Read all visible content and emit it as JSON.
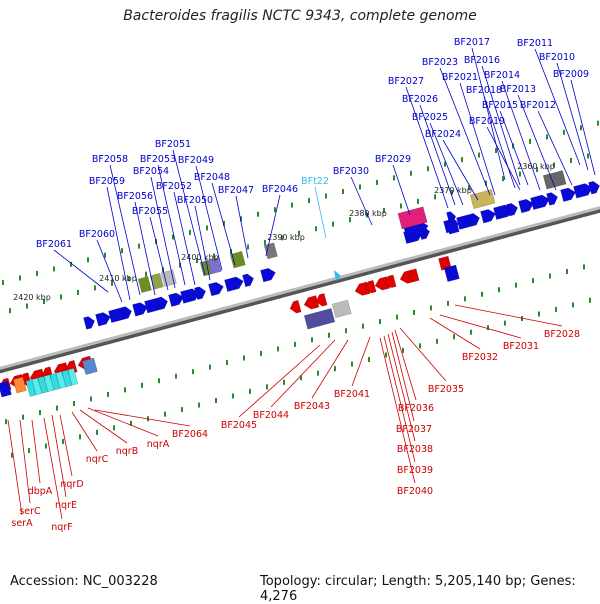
{
  "header": {
    "title": "Bacteroides fragilis NCTC 9343, complete genome"
  },
  "footer": {
    "accession": "Accession: NC_003228",
    "stats": "Topology: circular; Length: 5,205,140 bp; Genes: 4,276"
  },
  "colors": {
    "forward_label": "#0000cc",
    "reverse_label": "#cc0000",
    "rna_label": "#33bbee",
    "backbone": "#888888",
    "tick": "#2a8a2a",
    "kbp_text": "#222222"
  },
  "kbp_labels": [
    {
      "text": "2360 kbp"
    },
    {
      "text": "2370 kbp"
    },
    {
      "text": "2380 kbp"
    },
    {
      "text": "2390 kbp"
    },
    {
      "text": "2400 kbp"
    },
    {
      "text": "2410 kbp"
    },
    {
      "text": "2420 kbp"
    }
  ],
  "forward_genes": [
    "BF2009",
    "BF2010",
    "BF2011",
    "BF2012",
    "BF2013",
    "BF2014",
    "BF2015",
    "BF2016",
    "BF2017",
    "BF2018",
    "BF2019",
    "BF2021",
    "BF2023",
    "BF2024",
    "BF2025",
    "BF2026",
    "BF2027",
    "BF2029",
    "BF2030",
    "BF2046",
    "BF2047",
    "BF2048",
    "BF2049",
    "BF2050",
    "BF2051",
    "BF2052",
    "BF2053",
    "BF2054",
    "BF2055",
    "BF2056",
    "BF2058",
    "BF2059",
    "BF2060",
    "BF2061"
  ],
  "rna_genes": [
    "BFt22"
  ],
  "reverse_genes": [
    "BF2028",
    "BF2031",
    "BF2032",
    "BF2035",
    "BF2036",
    "BF2037",
    "BF2038",
    "BF2039",
    "BF2040",
    "BF2041",
    "BF2043",
    "BF2044",
    "BF2045",
    "BF2064",
    "nqrA",
    "nqrB",
    "nqrC",
    "nqrD",
    "nqrE",
    "nqrF",
    "dbpA",
    "serC",
    "serA"
  ]
}
